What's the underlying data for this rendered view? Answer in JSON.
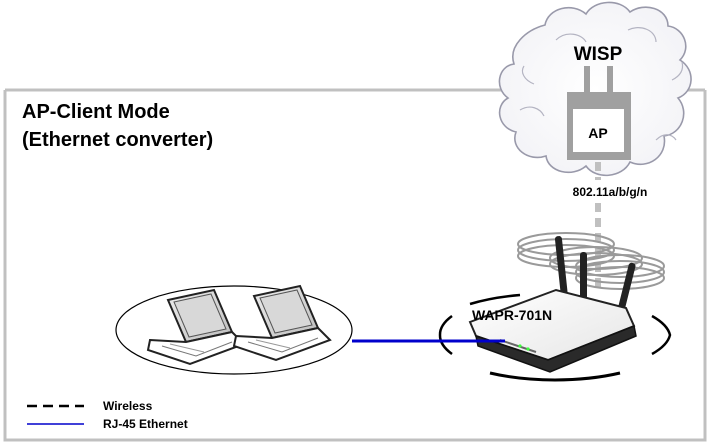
{
  "mode": {
    "title_line1": "AP-Client Mode",
    "title_line2": "(Ethernet converter)"
  },
  "cloud": {
    "label": "WISP"
  },
  "access_point": {
    "label": "AP"
  },
  "wireless_standard": "802.11a/b/g/n",
  "router": {
    "label": "WAPR-701N"
  },
  "legend": {
    "wireless": "Wireless",
    "ethernet": "RJ-45 Ethernet"
  },
  "colors": {
    "frame": "#c0c0c0",
    "ap_fill": "#a0a0a0",
    "wireless_link": "#c0c0c0",
    "ethernet": "#0000cc",
    "legend_wireless": "#000000",
    "legend_ethernet": "#0000cc"
  },
  "icons": {
    "cloud": "cloud-icon",
    "access_point": "access-point-icon",
    "router": "wireless-router-icon",
    "laptop": "laptop-icon"
  }
}
